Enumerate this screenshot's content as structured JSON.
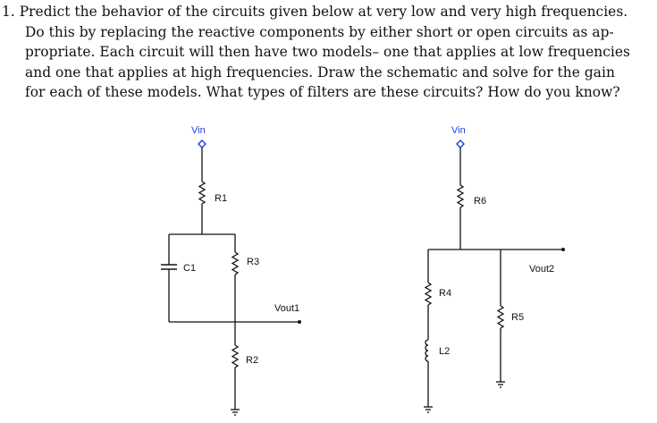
{
  "problem": {
    "lines": [
      "1. Predict the behavior of the circuits given below at very low and very high frequencies.",
      "Do this by replacing the reactive components by either short or open circuits as ap-",
      "propriate. Each circuit will then have two models– one that applies at low frequencies",
      "and one that applies at high frequencies. Draw the schematic and solve for the gain",
      "for each of these models. What types of filters are these circuits? How do you know?"
    ]
  },
  "circuit1": {
    "vin": "Vin",
    "r1": "R1",
    "c1": "C1",
    "r3": "R3",
    "vout": "Vout1",
    "r2": "R2"
  },
  "circuit2": {
    "vin": "Vin",
    "r6": "R6",
    "vout": "Vout2",
    "r4": "R4",
    "r5": "R5",
    "l2": "L2"
  },
  "colors": {
    "text": "#111111",
    "vin_label": "#1f3fd6"
  }
}
